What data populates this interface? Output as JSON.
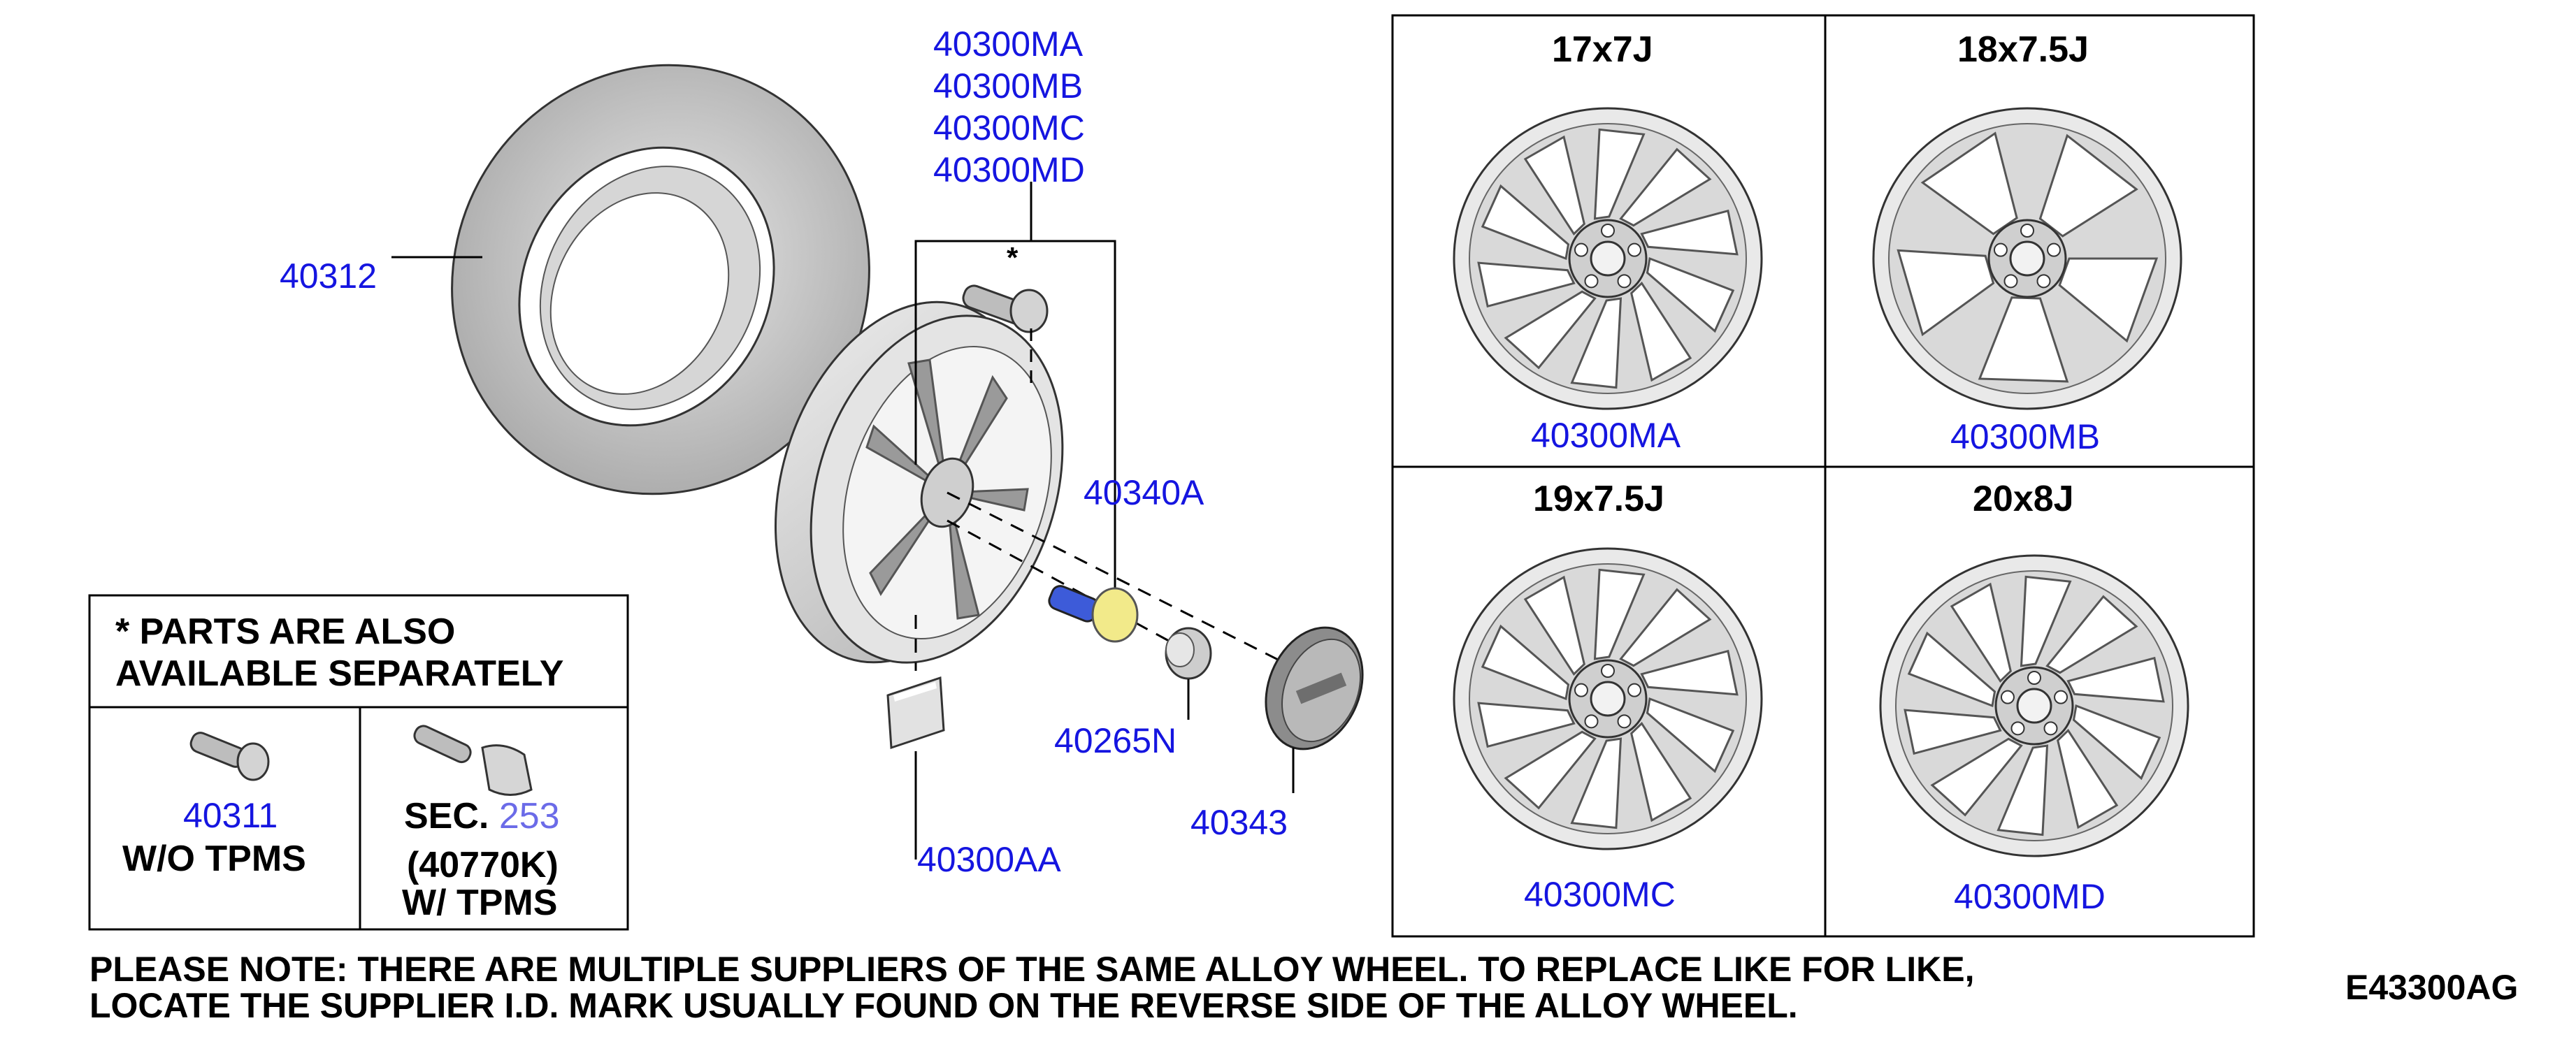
{
  "callouts": {
    "wheel_main_numbers": [
      "40300MA",
      "40300MB",
      "40300MC",
      "40300MD"
    ],
    "tire": "40312",
    "asterisk": "*",
    "valve_stem": "40340A",
    "nut": "40265N",
    "center_cap": "40343",
    "label": "40300AA"
  },
  "note_box": {
    "line1": "* PARTS ARE ALSO",
    "line2": "AVAILABLE SEPARATELY",
    "left_part": "40311",
    "left_desc": "W/O TPMS",
    "right_sec": "SEC.",
    "right_sec_num": "253",
    "right_part": "(40770K)",
    "right_desc": "W/ TPMS"
  },
  "wheel_grid": [
    {
      "size": "17x7J",
      "part": "40300MA"
    },
    {
      "size": "18x7.5J",
      "part": "40300MB"
    },
    {
      "size": "19x7.5J",
      "part": "40300MC"
    },
    {
      "size": "20x8J",
      "part": "40300MD"
    }
  ],
  "footer": {
    "note_line1": "PLEASE NOTE: THERE ARE MULTIPLE SUPPLIERS OF THE SAME ALLOY WHEEL. TO REPLACE LIKE FOR LIKE,",
    "note_line2": "LOCATE THE SUPPLIER I.D. MARK USUALLY FOUND ON THE REVERSE SIDE OF THE ALLOY WHEEL.",
    "diagram_code": "E43300AG"
  },
  "colors": {
    "callout_blue": "#1515e0",
    "part_gray": "#c8c8c8",
    "valve_yellow": "#f2ea8a",
    "valve_blue": "#3d5bd9"
  }
}
